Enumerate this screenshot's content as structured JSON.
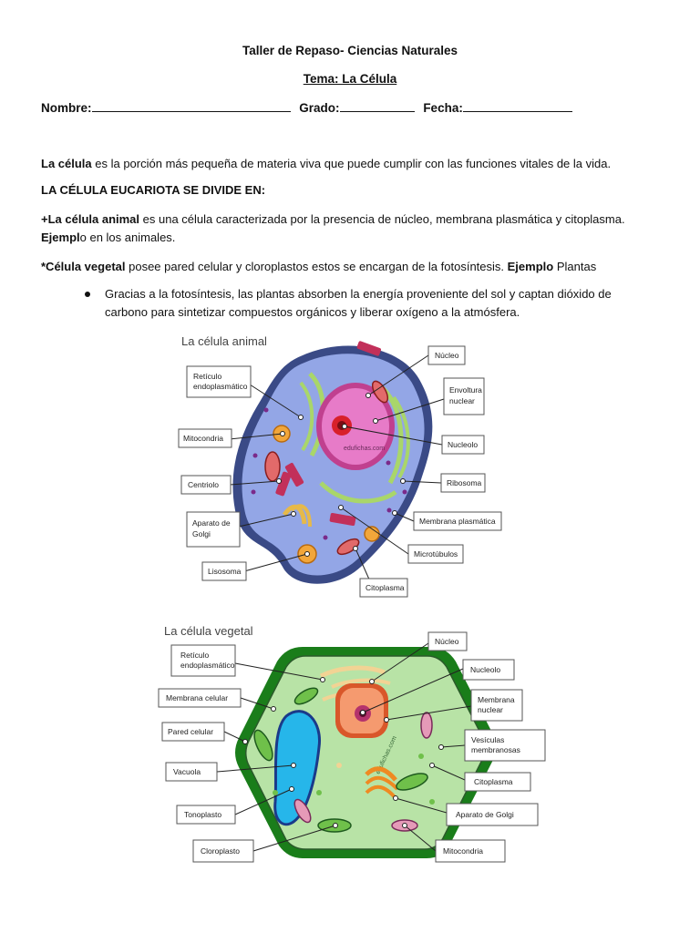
{
  "header": {
    "title": "Taller de Repaso- Ciencias Naturales",
    "topic": "Tema: La Célula"
  },
  "fields": {
    "name_label": "Nombre:",
    "grade_label": "Grado:",
    "date_label": "Fecha:"
  },
  "paragraphs": {
    "p1_bold": "La célula",
    "p1_rest": " es la porción más pequeña de materia viva que puede cumplir con las funciones vitales de la vida.",
    "p2": "LA CÉLULA EUCARIOTA SE DIVIDE EN:",
    "p3_bold": " +La célula animal",
    "p3_rest": " es una célula caracterizada por la presencia de núcleo, membrana plasmática y citoplasma.",
    "p3_example_bold": "Ejempl",
    "p3_example_rest": "o en los animales.",
    "p4_bold": "*Célula vegetal",
    "p4_mid": " posee pared celular y cloroplastos estos se encargan de la fotosíntesis. ",
    "p4_example_bold": "Ejemplo",
    "p4_example_rest": " Plantas",
    "bullet": "Gracias a la fotosíntesis, las plantas absorben la energía proveniente del sol y captan dióxido de carbono para sintetizar compuestos orgánicos y liberar oxígeno a la atmósfera."
  },
  "animal_cell": {
    "title": "La célula animal",
    "watermark": "edufichas.com",
    "labels": {
      "reticulo": [
        "Retículo",
        "endoplasmático"
      ],
      "mitocondria": "Mitocondria",
      "centriolo": "Centriolo",
      "golgi": [
        "Aparato de",
        "Golgi"
      ],
      "lisosoma": "Lisosoma",
      "nucleo": "Núcleo",
      "envoltura": [
        "Envoltura",
        "nuclear"
      ],
      "nucleolo": "Nucleolo",
      "ribosoma": "Ribosoma",
      "membrana": "Membrana plasmática",
      "microtubulos": "Microtúbulos",
      "citoplasma": "Citoplasma"
    }
  },
  "plant_cell": {
    "title": "La célula vegetal",
    "watermark": "edufichas.com",
    "labels": {
      "reticulo": [
        "Retículo",
        "endoplasmático"
      ],
      "membrana_celular": "Membrana celular",
      "pared": "Pared celular",
      "vacuola": "Vacuola",
      "tonoplasto": "Tonoplasto",
      "cloroplasto": "Cloroplasto",
      "nucleo": "Núcleo",
      "nucleolo": "Nucleolo",
      "membrana_nuclear": [
        "Membrana",
        "nuclear"
      ],
      "vesiculas": [
        "Vesículas",
        "membranosas"
      ],
      "citoplasma": "Citoplasma",
      "golgi": "Aparato de Golgi",
      "mitocondria": "Mitocondria"
    }
  },
  "colors": {
    "animal_membrane": "#3a4a86",
    "animal_cytoplasm": "#93a6e6",
    "animal_nucleus": "#e77bc8",
    "plant_wall": "#1a7d1a",
    "plant_cytoplasm": "#b8e3a6",
    "plant_vacuole": "#26b6ea",
    "plant_nucleus": "#f59a6f"
  }
}
